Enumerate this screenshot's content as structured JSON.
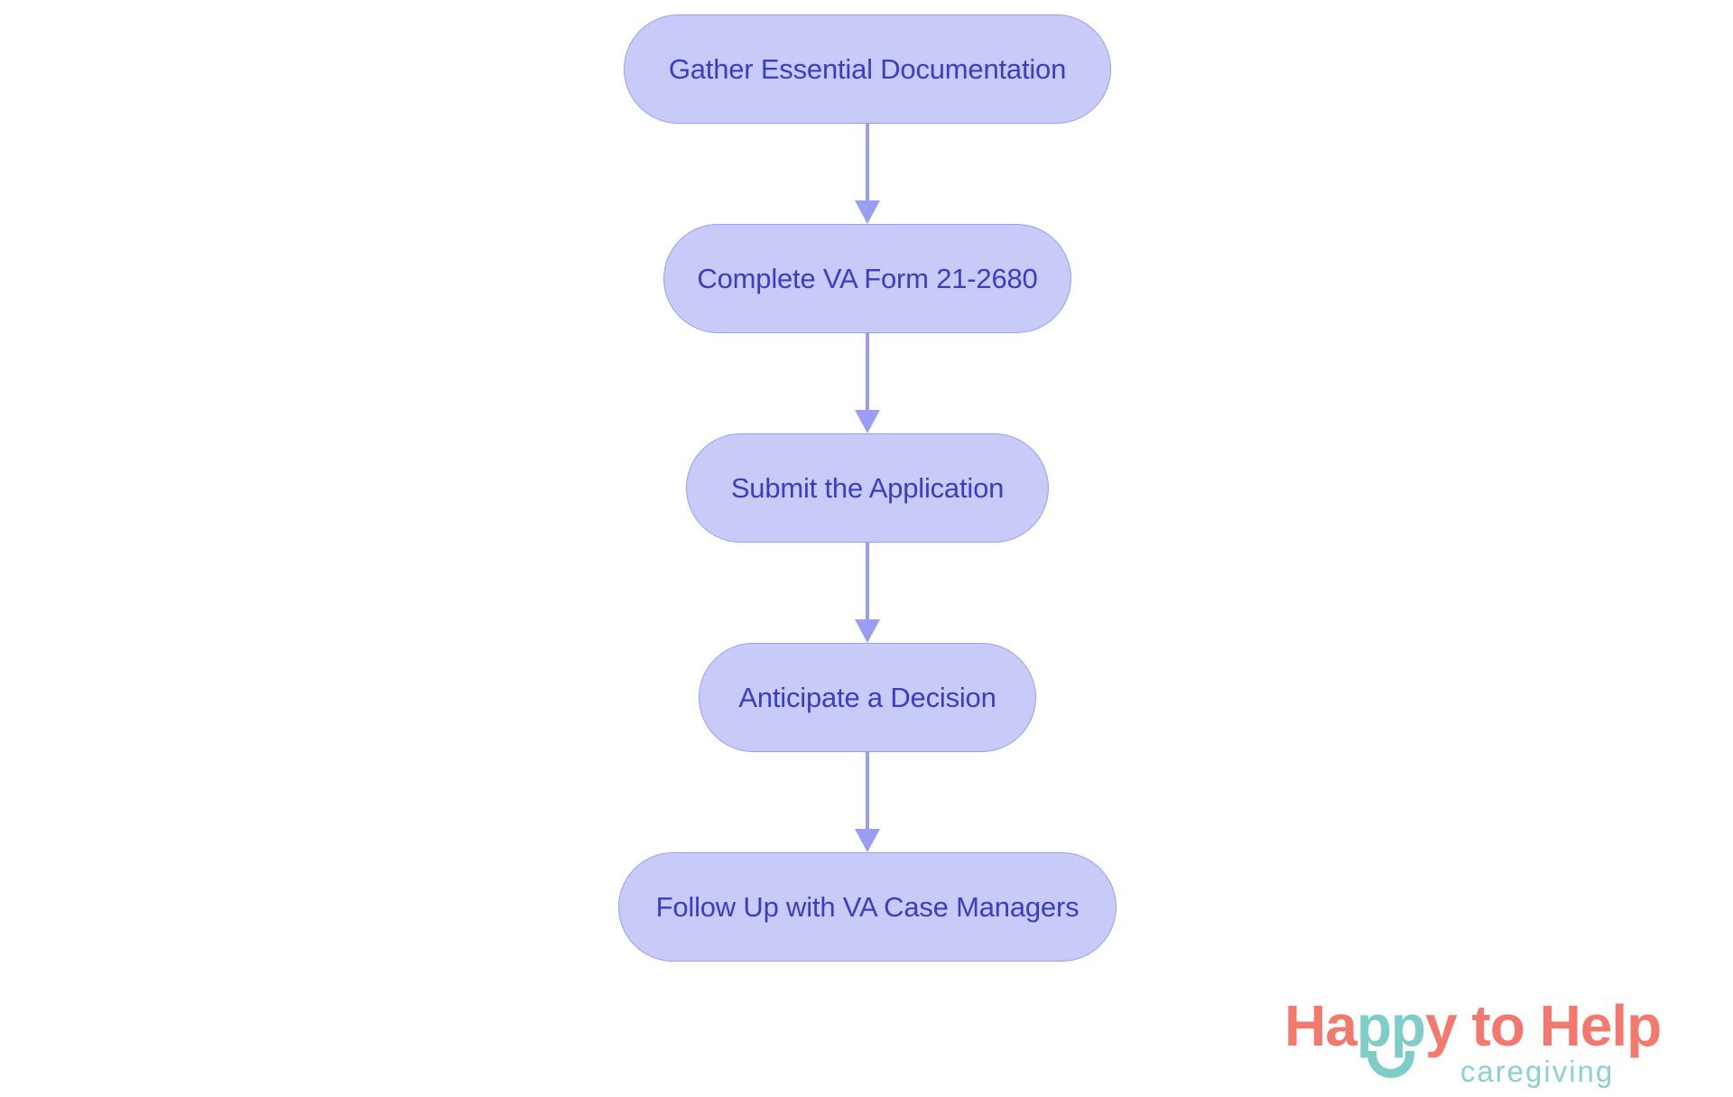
{
  "page": {
    "background": "#ffffff"
  },
  "flowchart": {
    "type": "flowchart",
    "direction": "top-to-bottom",
    "nodes": [
      {
        "label": "Gather Essential Documentation"
      },
      {
        "label": "Complete VA Form 21-2680"
      },
      {
        "label": "Submit the Application"
      },
      {
        "label": "Anticipate a Decision"
      },
      {
        "label": "Follow Up with VA Case Managers"
      }
    ],
    "edges": [
      {
        "from": "Gather Essential Documentation",
        "to": "Complete VA Form 21-2680"
      },
      {
        "from": "Complete VA Form 21-2680",
        "to": "Submit the Application"
      },
      {
        "from": "Submit the Application",
        "to": "Anticipate a Decision"
      },
      {
        "from": "Anticipate a Decision",
        "to": "Follow Up with VA Case Managers"
      }
    ],
    "colors": {
      "node_fill": "#c8caf8",
      "node_border": "#9a9ef1",
      "node_text": "#3b3dc6",
      "arrow": "#9a9ef3"
    }
  },
  "logo": {
    "segments": [
      {
        "text": "Ha",
        "color": "#f3796e"
      },
      {
        "text": "pp",
        "color": "#7ecdc9"
      },
      {
        "text": "y to Help",
        "color": "#f3796e"
      }
    ],
    "subtitle": "caregiving",
    "subtitle_color": "#8bd2ce",
    "smile_color": "#7ecdc9"
  }
}
